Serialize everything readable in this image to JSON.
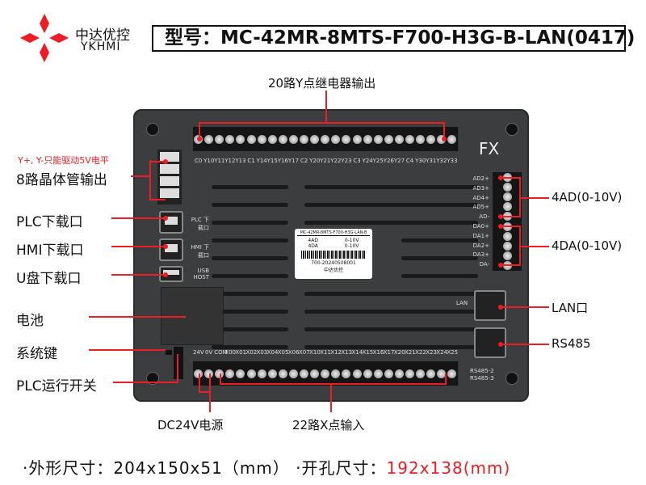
{
  "brand": {
    "cn": "中达优控",
    "en": "YKHMI",
    "color": "#ee1c25"
  },
  "title": "型号：MC-42MR-8MTS-F700-H3G-B-LAN(0417)",
  "callouts": {
    "y_out": "20路Y点继电器输出",
    "warning": "Y+, Y-只能驱动5V电平",
    "transistor": "8路晶体管输出",
    "plc_port": "PLC下载口",
    "hmi_port": "HMI下载口",
    "usb_port": "U盘下载口",
    "battery": "电池",
    "sys_key": "系统键",
    "run_switch": "PLC运行开关",
    "ad": "4AD(0-10V)",
    "da": "4DA(0-10V)",
    "lan": "LAN口",
    "rs485": "RS485",
    "dc24": "DC24V电源",
    "x_in": "22路X点输入"
  },
  "device": {
    "fx": "FX",
    "top_terminals": [
      "C0",
      "Y10",
      "Y11",
      "Y12",
      "Y13",
      "C1",
      "Y14",
      "Y15",
      "Y16",
      "Y17",
      "C2",
      "Y20",
      "Y21",
      "Y22",
      "Y23",
      "C3",
      "Y24",
      "Y25",
      "Y26",
      "Y27",
      "C4",
      "Y30",
      "Y31",
      "Y32",
      "Y33"
    ],
    "bottom_terminals": [
      "24V",
      "0V",
      "COM",
      "X00",
      "X01",
      "X02",
      "X03",
      "X04",
      "X05",
      "X06",
      "X07",
      "X10",
      "X11",
      "X12",
      "X13",
      "X14",
      "X15",
      "X16",
      "X17",
      "X20",
      "X21",
      "X22",
      "X23",
      "X24",
      "X25"
    ],
    "analog_terminals": [
      "AD2+",
      "AD3+",
      "AD4+",
      "AD5+",
      "AD-",
      "DA0+",
      "DA1+",
      "DA2+",
      "DA3+",
      "DA-"
    ],
    "port_labels": {
      "plc": "PLC 下载口",
      "hmi": "HMI 下载口",
      "usb": "USB HOST",
      "lan": "LAN",
      "rs485": "RS485-2\nRS485-3"
    },
    "rs485_a": "RS485-2",
    "rs485_b": "RS485-3",
    "sticker": {
      "model": "MC-42MR-8MTS-F700-H3G-LAN-B",
      "ad": "4AD",
      "ad_range": "0-10V",
      "da": "4DA",
      "da_range": "0-10V",
      "serial": "700-20240508001",
      "brand": "中达优控"
    }
  },
  "footer": {
    "dims_label": "·外形尺寸：",
    "dims": "204x150x51（mm）",
    "cut_label": "·开孔尺寸：",
    "cut": "192x138(mm)"
  }
}
